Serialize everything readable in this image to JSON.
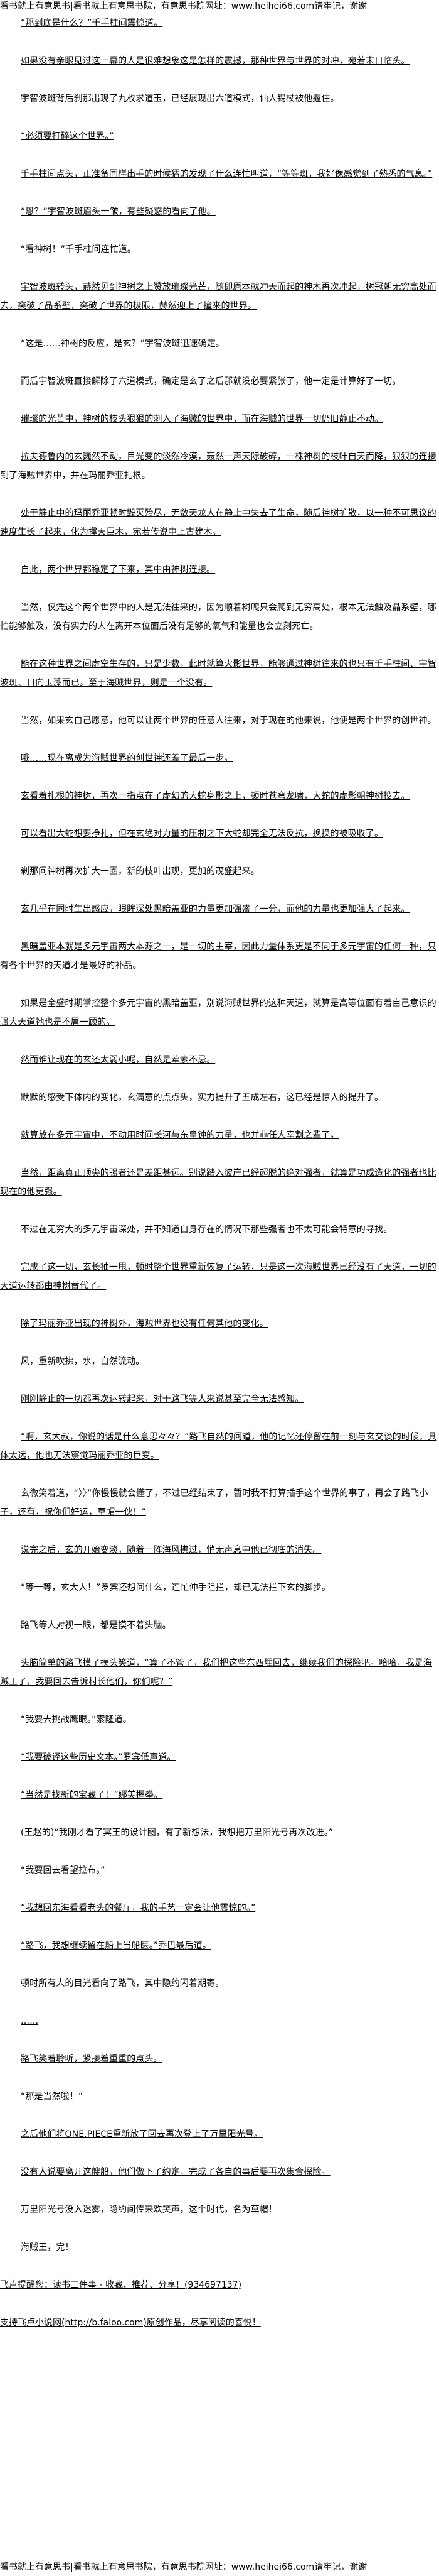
{
  "header": {
    "text": "看书就上有意思书|看书就上有意思书院，有意思书院网址：www.heihei66.com请牢记，谢谢"
  },
  "paragraphs": [
    "“那到底是什么？”千手柱间震惊道。",
    "如果没有亲眼见过这一幕的人是很难想象这是怎样的震撼，那种世界与世界的对冲，宛若末日临头。",
    "宇智波斑背后刹那出现了九枚求道玉，已经展现出六道模式，仙人锡杖被他握住。",
    "“必须要打碎这个世界。”",
    "千手柱间点头，正准备同样出手的时候猛的发现了什么连忙叫道，“等等斑，我好像感觉到了熟悉的气息。”",
    "“恩？”宇智波斑眉头一皱，有些疑惑的看向了他。",
    "“看神树！”千手柱间连忙道。",
    "宇智波斑转头，赫然见到神树之上赞放璀璨光芒，随即原本就冲天而起的神木再次冲起，树冠朝无穷高处而去，突破了晶系壁，突破了世界的极限，赫然迎上了撞来的世界。",
    "“这是……神树的反应，是玄？”宇智波斑迅速确定。",
    "而后宇智波斑直接解除了六道模式，确定是玄了之后那就没必要紧张了，他一定是计算好了一切。",
    "璀璨的光芒中，神树的枝头狠狠的刺入了海贼的世界中，而在海贼的世界一切仍旧静止不动。",
    "拉夫德鲁内的玄巍然不动，目光变的淡然冷漠，轰然一声天际破碎，一株神树的枝叶自天而降，狠狠的连接到了海贼世界中，并在玛丽乔亚扎根。",
    "处于静止中的玛丽乔亚顿时毁灭殆尽，无数天龙人在静止中失去了生命，随后神树扩散，以一种不可思议的速度生长了起来，化为撑天巨木，宛若传说中上古建木。",
    "自此，两个世界都稳定了下来，其中由神树连接。",
    "当然，仅凭这个两个世界中的人是无法往来的，因为顺着树爬只会爬到无穷高处，根本无法触及晶系壁，哪怕能够触及，没有实力的人在离开本位面后没有足够的氧气和能量也会立刻死亡。",
    "能在这种世界之间虚空生存的，只是少数，此时就算火影世界，能够通过神树往来的也只有千手柱间、宇智波斑、日向玉藻而已。至于海贼世界，则是一个没有。",
    "当然，如果玄自己愿意，他可以让两个世界的任意人往来，对于现在的他来说，他便是两个世界的创世神。",
    "哦……现在离成为海贼世界的创世神还差了最后一步。",
    "玄看着扎根的神树，再次一指点在了虚幻的大蛇身影之上，顿时苍穹龙啸，大蛇的虚影朝神树投去。",
    "可以看出大蛇想要挣扎，但在玄绝对力量的压制之下大蛇却完全无法反抗，换换的被吸收了。",
    "刹那间神树再次扩大一圈，新的枝叶出现，更加的茂盛起来。",
    "玄几乎在同时生出感应，眼眸深处黑暗盖亚的力量更加强盛了一分，而他的力量也更加强大了起来。",
    "黑暗盖亚本就是多元宇宙两大本源之一，是一切的主宰，因此力量体系更是不同于多元宇宙的任何一种，只有各个世界的天道才是最好的补品。",
    "如果是全盛时期掌控整个多元宇宙的黑暗盖亚，别说海贼世界的这种天道，就算是高等位面有着自己意识的强大天道祂也是不屑一顾的。",
    "然而谁让现在的玄还太弱小呢，自然是荤素不忌。",
    "默默的感受下体内的变化，玄满意的点点头，实力提升了五成左右，这已经是惊人的提升了。",
    "就算放在多元宇宙中，不动用时间长河与东皇钟的力量，也并非任人宰割之辈了。",
    "当然，距离真正顶尖的强者还是差距甚远。别说踏入彼岸已经超脱的绝对强者，就算是功成造化的强者也比现在的他更强。",
    "不过在无穷大的多元宇宙深处，并不知道自身存在的情况下那些强者也不太可能会特意的寻找。",
    "完成了这一切，玄长袖一甩，顿时整个世界重新恢复了运转，只是这一次海贼世界已经没有了天道，一切的天道运转都由神树替代了。",
    "除了玛丽乔亚出现的神树外，海贼世界也没有任何其他的变化。",
    "风，重新吹拂，水，自然流动。",
    "刚刚静止的一切都再次运转起来，对于路飞等人来说甚至完全无法感知。",
    "“啊，玄大叔，你说的话是什么意思々々？”路飞自然的问道，他的记忆还停留在前一刻与玄交谈的时候，具体太远，他也无法察觉玛丽乔亚的巨变。",
    "玄微笑着道，“〉〉”你慢慢就会懂了，不过已经结束了，暂时我不打算插手这个世界的事了，再会了路飞小子，还有，祝你们好运，草帽一伙！”",
    "说完之后，玄的开始变淡，随着一阵海风拂过，悄无声息中他已彻底的消失。",
    "“等一等，玄大人！”罗宾还想问什么，连忙伸手阻拦，却已无法拦下玄的脚步。",
    "路飞等人对视一眼，都是摸不着头脑。",
    "头脑简单的路飞摸了摸头笑道，“算了不管了，我们把这些东西埋回去，继续我们的探险吧。哈哈，我是海贼王了，我要回去告诉村长他们，你们呢？”",
    "“我要去挑战鹰眼。”索隆道。",
    "“我要破译这些历史文本。”罗宾低声道。",
    "“当然是找新的宝藏了！”娜美握拳。",
    "(王赵的)“我刚才看了冥王的设计图，有了新想法，我想把万里阳光号再次改进。”",
    "“我要回去看望拉布。”",
    "“我想回东海看看老头的餐厅，我的手艺一定会让他震惊的。”",
    "“路飞，我想继续留在船上当船医。”乔巴最后道。",
    "顿时所有人的目光看向了路飞，其中隐约闪着期寄。",
    "……",
    "路飞笑着聆听，紧接着重重的点头。",
    "“那是当然啦！”",
    "之后他们将ONE.PIECE重新放了回去再次登上了万里阳光号。",
    "没有人说要离开这艘船，他们做下了约定，完成了各自的事后要再次集合探险。",
    "万里阳光号没入迷雾，隐约间传来欢笑声，这个时代，名为草帽！",
    "海贼王，完！"
  ],
  "promo": [
    "飞卢提醒您：读书三件事 - 收藏、推荐、分享！(934697137)",
    "支持飞卢小说网(http://b.faloo.com)原创作品，尽享阅读的喜悦！"
  ],
  "footer": {
    "text": "看书就上有意思书|看书就上有意思书院，有意思书院网址：www.heihei66.com请牢记，谢谢"
  }
}
